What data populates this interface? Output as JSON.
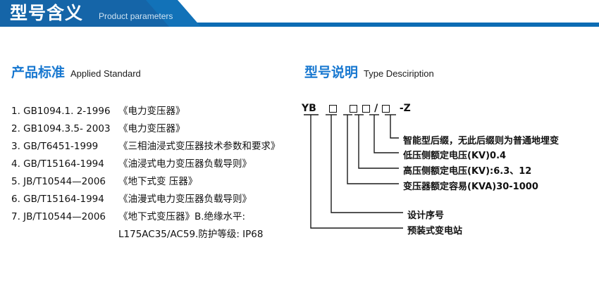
{
  "banner": {
    "title": "型号含义",
    "subtitle": "Product parameters",
    "color_dark": "#1565a8",
    "color_mid": "#1272b8",
    "color_bar": "#0c6cb4"
  },
  "sections": {
    "left": {
      "cn": "产品标准",
      "en": "Applied Standard",
      "accent": "#1878d0"
    },
    "right": {
      "cn": "型号说明",
      "en": "Type Desciription",
      "accent": "#1878d0"
    }
  },
  "standards": [
    {
      "index": "1.",
      "code": "GB1094.1. 2-1996",
      "name": "《电力变压器》"
    },
    {
      "index": "2.",
      "code": "GB1094.3.5- 2003",
      "name": "《电力变压器》"
    },
    {
      "index": "3.",
      "code": "GB/T6451-1999",
      "name": "《三相油浸式变压器技术参数和要求》"
    },
    {
      "index": "4.",
      "code": "GB/T15164-1994",
      "name": "《油浸式电力变压器负载导则》"
    },
    {
      "index": "5.",
      "code": "JB/T10544—2006",
      "name": "《地下式变 压器》"
    },
    {
      "index": "6.",
      "code": "GB/T15164-1994",
      "name": "《油漫式电力变压器负载导则》"
    },
    {
      "index": "7.",
      "code": "JB/T10544—2006",
      "name": "《地下式变压器》B.绝缘水平:"
    }
  ],
  "standards_continuation": "L175AC35/AC59.防护等级: IP68",
  "type_code": {
    "tokens": [
      "YB",
      "□",
      "□",
      "□",
      "/□",
      "-Z"
    ],
    "display": "YB □ □□/□ - Z"
  },
  "annotations": [
    {
      "label": "智能型后缀，无此后缀则为普通地埋变"
    },
    {
      "label": "低压侧额定电压(KV)0.4"
    },
    {
      "label": "高压侧额定电压(KV):6.3、12"
    },
    {
      "label": "变压器额定容易(KVA)30-1000"
    },
    {
      "label": "设计序号"
    },
    {
      "label": "预装式变电站"
    }
  ]
}
